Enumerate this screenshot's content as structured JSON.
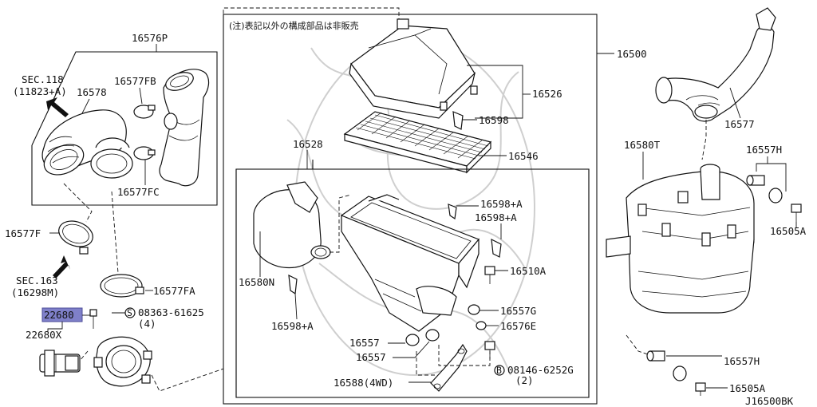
{
  "diagram": {
    "note_jp": "(注)表記以外の構成部品は非販売",
    "diagram_code": "J16500BK",
    "highlight_color": "#7f80c9",
    "labels": {
      "p16576P": "16576P",
      "sec118": "SEC.118",
      "sec118_ref": "(11823+A)",
      "p16578": "16578",
      "p16577FB": "16577FB",
      "p16577FC": "16577FC",
      "p16577F": "16577F",
      "sec163": "SEC.163",
      "sec163_ref": "(16298M)",
      "p16577FA": "16577FA",
      "p22680": "22680",
      "screw_s": "08363-61625",
      "screw_s_qty": "(4)",
      "p22680X": "22680X",
      "p16500": "16500",
      "p16526": "16526",
      "p16598": "16598",
      "p16546": "16546",
      "p16528": "16528",
      "p16598A_1": "16598+A",
      "p16598A_2": "16598+A",
      "p16510A": "16510A",
      "p16580N": "16580N",
      "p16557G": "16557G",
      "p16576E": "16576E",
      "p16598A_3": "16598+A",
      "p16557_1": "16557",
      "p16557_2": "16557",
      "bolt_b": "08146-6252G",
      "bolt_b_qty": "(2)",
      "p16588": "16588(4WD)",
      "p16577": "16577",
      "p16580T": "16580T",
      "p16557H_1": "16557H",
      "p16505A_1": "16505A",
      "p16557H_2": "16557H",
      "p16505A_2": "16505A",
      "circle_s": "S",
      "circle_b": "B"
    }
  }
}
